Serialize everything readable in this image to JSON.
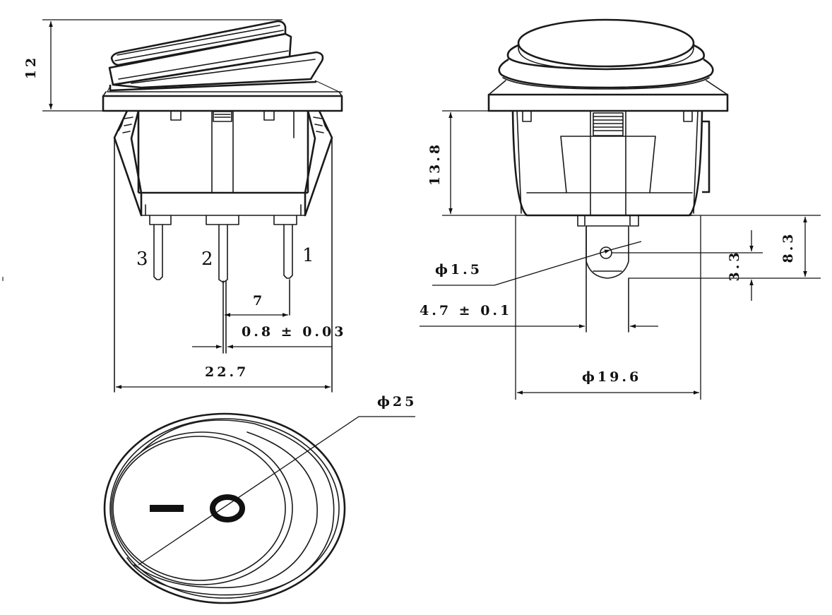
{
  "dimensions": {
    "height_12": "12",
    "height_13_8": "13.8",
    "pin_length_8_3": "8.3",
    "hole_offset_3_3": "3.3",
    "pin_pitch_7": "7",
    "pin_thickness": "0.8 ± 0.03",
    "body_width_22_7": "22.7",
    "hole_diameter": "ϕ1.5",
    "pin_width": "4.7 ± 0.1",
    "body_diameter_19_6": "ϕ19.6",
    "bezel_diameter_25": "ϕ25"
  },
  "pins": {
    "pin3": "3",
    "pin2": "2",
    "pin1": "1"
  },
  "symbols": {
    "on_symbol": "I",
    "off_symbol": "O"
  }
}
